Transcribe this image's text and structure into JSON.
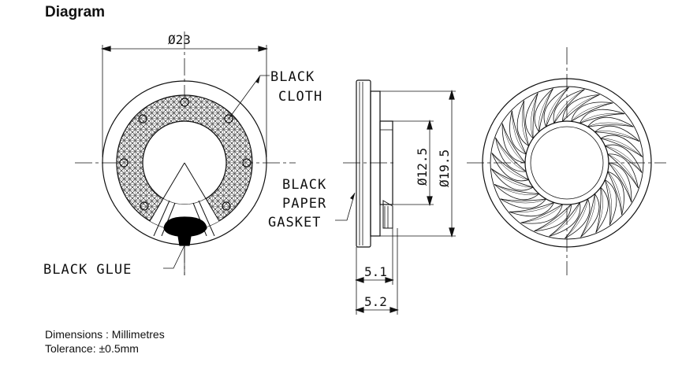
{
  "title": "Diagram",
  "labels": {
    "overall_diameter": "Ø23",
    "black_cloth_1": "BLACK",
    "black_cloth_2": "CLOTH",
    "gasket_1": "BLACK",
    "gasket_2": "PAPER",
    "gasket_3": "GASKET",
    "black_glue": "BLACK GLUE",
    "inner_diameter": "Ø12.5",
    "outer_diameter": "Ø19.5",
    "depth_1": "5.1",
    "depth_2": "5.2"
  },
  "notes": {
    "units": "Dimensions : Millimetres",
    "tolerance": "Tolerance: ±0.5mm"
  },
  "colors": {
    "line": "#111111",
    "glue": "#000000"
  }
}
